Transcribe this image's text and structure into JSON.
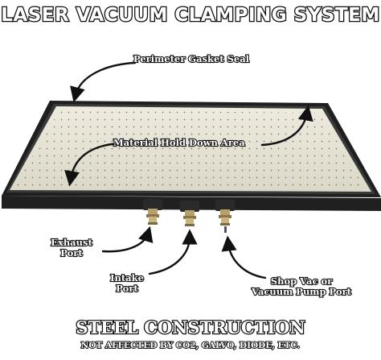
{
  "header": {
    "title": "LASER VACUUM CLAMPING SYSTEM"
  },
  "callouts": {
    "perimeter_gasket": "Perimeter Gasket Seal",
    "hold_down_area": "Material Hold Down Area",
    "exhaust_port_line1": "Exhaust",
    "exhaust_port_line2": "Port",
    "intake_port_line1": "Intake",
    "intake_port_line2": "Port",
    "shopvac_line1": "Shop Vac or",
    "shopvac_line2": "Vacuum Pump Port"
  },
  "footer": {
    "title": "STEEL CONSTRUCTION",
    "subtitle": "NOT AFFECTED BY CO2, GALVO, DIODE, ETC."
  },
  "colors": {
    "table_surface": "#e6e2d3",
    "frame": "#1c1c1c",
    "ink": "#111111",
    "label_fill": "#ffffff",
    "fitting_brass": "#b8a06a"
  },
  "icons": {
    "fittings": [
      "brass-fitting-icon",
      "brass-fitting-icon",
      "brass-fitting-icon"
    ]
  }
}
